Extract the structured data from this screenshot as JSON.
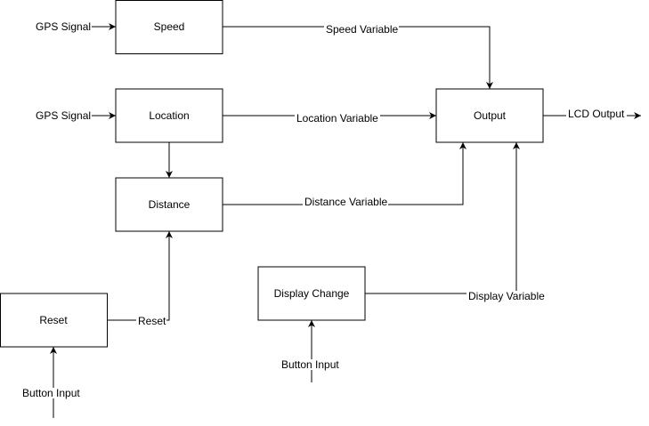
{
  "diagram": {
    "nodes": {
      "speed": "Speed",
      "location": "Location",
      "distance": "Distance",
      "reset": "Reset",
      "display_change": "Display Change",
      "output": "Output"
    },
    "edges": {
      "gps_speed": "GPS Signal",
      "gps_location": "GPS Signal",
      "speed_variable": "Speed Variable",
      "location_variable": "Location Variable",
      "distance_variable": "Distance Variable",
      "reset_link": "Reset",
      "display_variable": "Display Variable",
      "lcd_output": "LCD Output",
      "button_reset": "Button Input",
      "button_display": "Button Input"
    }
  }
}
